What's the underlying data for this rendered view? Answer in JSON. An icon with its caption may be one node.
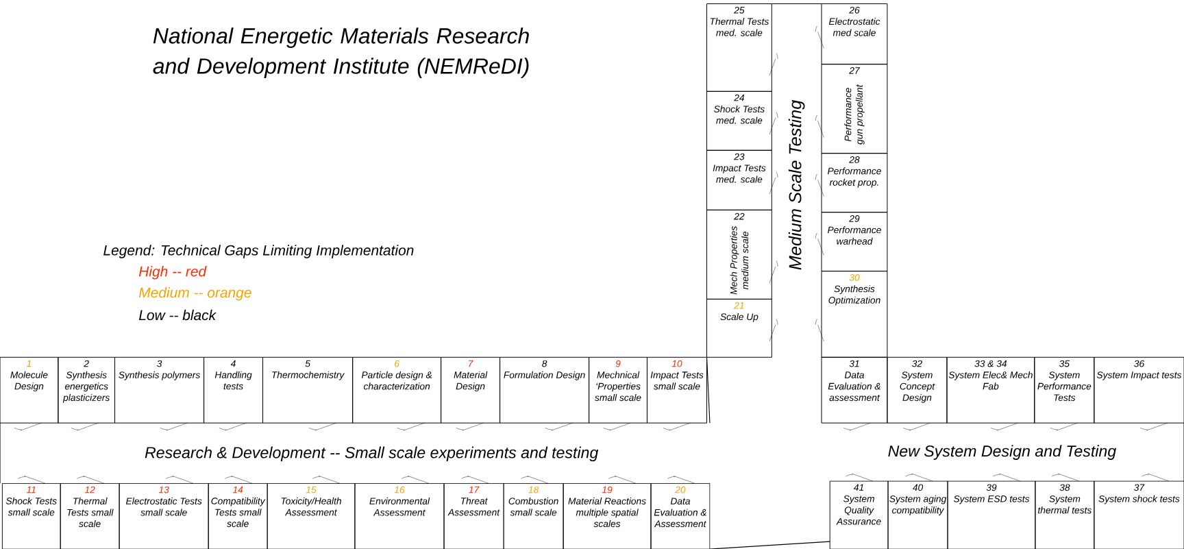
{
  "diagram": {
    "title": "National Energetic Materials Research and Development Institute (NEMReDI)",
    "nodes": [
      {
        "text": [
          "1",
          "Molecule Design"
        ]
      },
      {
        "text": [
          "2",
          "Synthesis energetics plasticizers"
        ]
      },
      {
        "text": [
          "3",
          "Synthesis polymers"
        ]
      },
      {
        "text": [
          "4",
          "Handling tests"
        ]
      },
      {
        "text": [
          "5",
          "Thermochemistry"
        ]
      },
      {
        "text": [
          "6",
          "Particle design & characterization"
        ]
      },
      {
        "text": [
          "7",
          "Material Design"
        ]
      },
      {
        "text": [
          "8",
          "Formulation Design"
        ]
      },
      {
        "text": [
          "9",
          "Mechnical ‘Properties small scale"
        ]
      },
      {
        "text": [
          "10",
          "Impact Tests small scale"
        ]
      },
      {
        "text": [
          "11",
          "Shock Tests small scale"
        ]
      },
      {
        "text": [
          "12",
          "Thermal Tests small scale"
        ]
      },
      {
        "text": [
          "13",
          "Electrostatic Tests small scale"
        ]
      },
      {
        "text": [
          "14",
          "Compatibility Tests small scale"
        ]
      },
      {
        "text": [
          "15",
          "Toxicity/Health Assessment"
        ]
      },
      {
        "text": [
          "16",
          "Environmental Assessment"
        ]
      },
      {
        "text": [
          "17",
          "Threat Assessment"
        ]
      },
      {
        "text": [
          "18",
          "Combustion small scale"
        ]
      },
      {
        "text": [
          "19",
          "Material Reactions multiple spatial scales"
        ]
      },
      {
        "text": [
          "20",
          "Data Evaluation & Assessment"
        ]
      },
      {
        "text": [
          "21",
          "Scale Up"
        ]
      },
      {
        "text": [
          "22",
          "Mech Properties medium scale"
        ]
      },
      {
        "text": [
          "23",
          "Impact Tests med. scale"
        ]
      },
      {
        "text": [
          "24",
          "Shock Tests med. scale"
        ]
      },
      {
        "text": [
          "25",
          "Thermal Tests med. scale"
        ]
      },
      {
        "text": [
          "26",
          "Electrostatic med scale"
        ]
      },
      {
        "text": [
          "27",
          "Performance gun propellant"
        ]
      },
      {
        "text": [
          "28",
          "Performance rocket prop."
        ]
      },
      {
        "text": [
          "29",
          "Performance warhead"
        ]
      },
      {
        "text": [
          "30",
          "Synthesis Optimization"
        ]
      },
      {
        "text": [
          "31",
          "Data Evaluation & assessment"
        ]
      },
      {
        "text": [
          "32",
          "System Concept Design"
        ]
      },
      {
        "text": [
          "33 & 34",
          "System Elec& Mech Fab"
        ]
      },
      {
        "text": [
          "35",
          "System Performance Tests"
        ]
      },
      {
        "text": [
          "36",
          "System Impact tests"
        ]
      },
      {
        "text": [
          "37",
          "System shock tests"
        ]
      },
      {
        "text": [
          "38",
          "System thermal tests"
        ]
      },
      {
        "text": [
          "39",
          "System ESD tests"
        ]
      },
      {
        "text": [
          "40",
          "System aging compatibility"
        ]
      },
      {
        "text": [
          "41",
          "System Quality Assurance"
        ]
      }
    ],
    "labels": [
      "Legend: Technical Gaps Limiting Implementation",
      "Medium Scale Testing",
      "Research & Development -- Small scale experiments and testing",
      "New System Design and Testing"
    ],
    "legend": [
      {
        "text": "High -- red",
        "color": "#ff2a00"
      },
      {
        "text": "Medium -- orange",
        "color": "#f5a300"
      },
      {
        "text": "Low -- black",
        "color": "#000000"
      }
    ]
  }
}
